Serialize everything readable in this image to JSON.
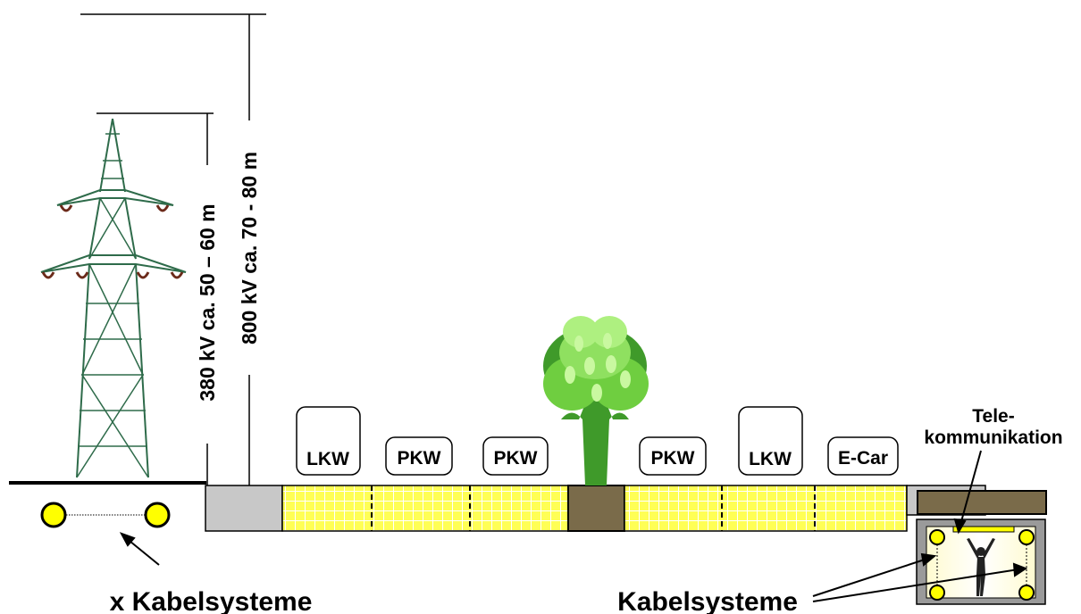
{
  "heights": {
    "kv380": "380 kV  ca. 50 – 60 m",
    "kv800": "800 kV  ca. 70 - 80 m"
  },
  "lanes": [
    {
      "label": "LKW",
      "tall": true
    },
    {
      "label": "PKW",
      "tall": false
    },
    {
      "label": "PKW",
      "tall": false
    },
    {
      "label": "PKW",
      "tall": false
    },
    {
      "label": "LKW",
      "tall": true
    },
    {
      "label": "E-Car",
      "tall": false
    }
  ],
  "telecom": {
    "line1": "Tele-",
    "line2": "kommunikation"
  },
  "captions": {
    "left": "x Kabelsysteme",
    "right": "Kabelsysteme"
  },
  "colors": {
    "yellow": "#ffff00",
    "grid_line": "#e6e600",
    "tower": "#2e6b4a",
    "tree_light": "#9be870",
    "tree_dark": "#3f9a2a",
    "soil": "#7a6b4a",
    "sidewalk": "#c8c8c8"
  }
}
